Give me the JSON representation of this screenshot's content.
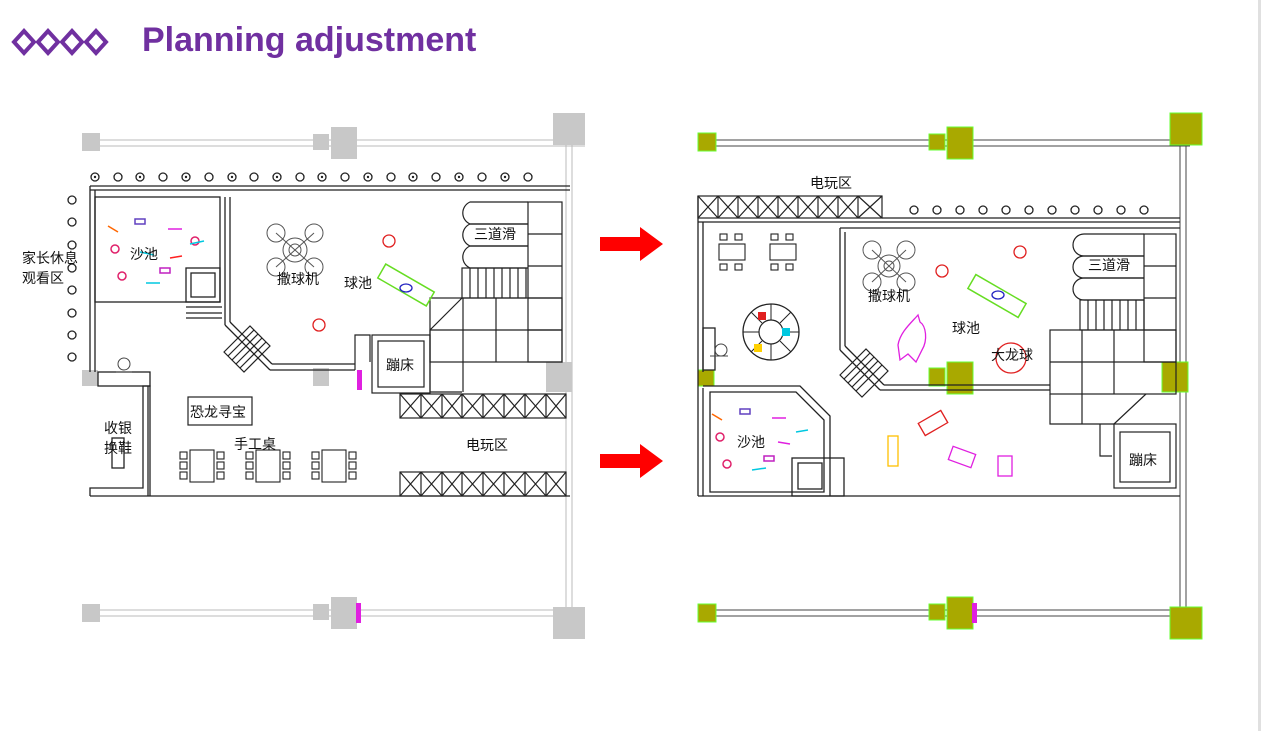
{
  "header": {
    "title": "Planning adjustment"
  },
  "colors": {
    "title": "#7030a0",
    "arrow": "#ff0000",
    "column_before": "#c8c8c8",
    "column_after": "#a9a900",
    "column_after_border": "#66ff33"
  },
  "before_plan": {
    "labels": {
      "parents_rest": "家长休息",
      "viewing_area": "观看区",
      "sand_pool": "沙池",
      "ball_thrower": "撒球机",
      "ball_pool": "球池",
      "triple_slide": "三道滑",
      "trampoline": "蹦床",
      "dino_treasure": "恐龙寻宝",
      "handcraft_table": "手工桌",
      "cashier": "收银",
      "shoe_change": "换鞋",
      "arcade": "电玩区"
    }
  },
  "after_plan": {
    "labels": {
      "arcade": "电玩区",
      "triple_slide": "三道滑",
      "ball_thrower": "撒球机",
      "ball_pool": "球池",
      "dragon_ball": "大龙球",
      "sand_pool": "沙池",
      "trampoline": "蹦床"
    }
  }
}
